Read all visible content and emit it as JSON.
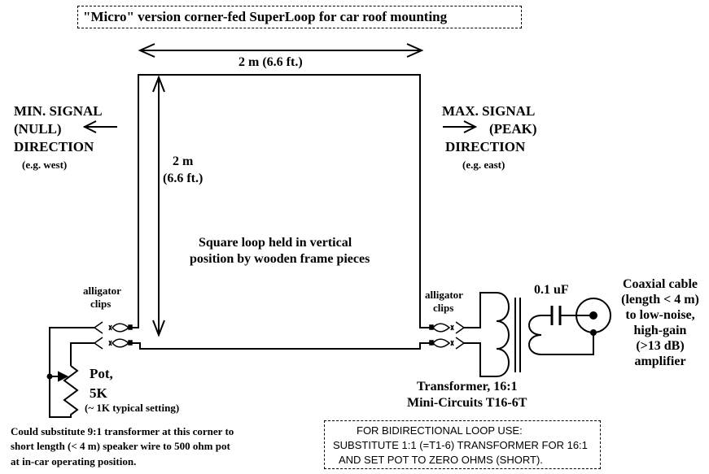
{
  "title": "\"Micro\" version corner-fed SuperLoop for car roof mounting",
  "dimensions": {
    "horizontal": "2 m (6.6 ft.)",
    "vertical_line1": "2 m",
    "vertical_line2": "(6.6 ft.)"
  },
  "min_signal": {
    "line1": "MIN. SIGNAL",
    "line2": "(NULL)",
    "line3": "DIRECTION",
    "example": "(e.g. west)"
  },
  "max_signal": {
    "line1": "MAX. SIGNAL",
    "line2": "(PEAK)",
    "line3": "DIRECTION",
    "example": "(e.g. east)"
  },
  "loop_description": {
    "line1": "Square loop held in vertical",
    "line2": "position by wooden frame pieces"
  },
  "clips_left": {
    "line1": "alligator",
    "line2": "clips"
  },
  "clips_right": {
    "line1": "alligator",
    "line2": "clips"
  },
  "pot": {
    "line1": "Pot,",
    "line2": "5K",
    "setting": "(~ 1K typical setting)"
  },
  "transformer": {
    "line1": "Transformer, 16:1",
    "line2": "Mini-Circuits T16-6T"
  },
  "capacitor": "0.1 uF",
  "coax": {
    "lines": [
      "Coaxial cable",
      "(length < 4 m)",
      "to low-noise,",
      "high-gain",
      "(>13 dB)",
      "amplifier"
    ]
  },
  "substitute_note": {
    "lines": [
      "Could substitute 9:1 transformer at this corner to",
      "short  length (< 4 m) speaker wire to 500 ohm pot",
      "at in-car operating position."
    ]
  },
  "bidirectional_note": {
    "lines": [
      "FOR BIDIRECTIONAL LOOP USE:",
      "SUBSTITUTE 1:1 (=T1-6) TRANSFORMER FOR 16:1",
      "AND SET POT TO ZERO OHMS (SHORT)."
    ]
  }
}
